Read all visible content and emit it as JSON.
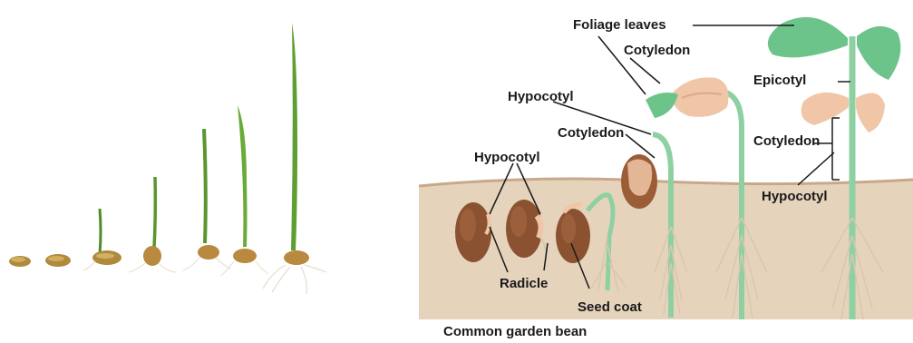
{
  "labels": {
    "foliage_leaves": "Foliage leaves",
    "cotyledon_top": "Cotyledon",
    "hypocotyl_mid": "Hypocotyl",
    "cotyledon_mid": "Cotyledon",
    "hypocotyl_left": "Hypocotyl",
    "epicotyl": "Epicotyl",
    "cotyledon_right": "Cotyledon",
    "hypocotyl_right": "Hypocotyl",
    "radicle": "Radicle",
    "seed_coat": "Seed coat",
    "caption": "Common garden bean"
  },
  "colors": {
    "soil": "#e6d3bc",
    "soil_edge": "#c7a98a",
    "seed": "#8a5230",
    "stem": "#8fd0a2",
    "leaf": "#6cc48a",
    "cotyledon": "#f0c6a6",
    "root": "#d9c7b0",
    "grass": "#5e9c2f"
  }
}
